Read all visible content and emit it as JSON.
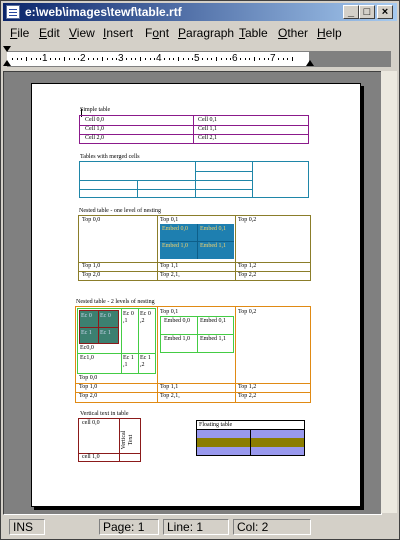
{
  "window": {
    "title": "e:\\web\\images\\tewf\\table.rtf",
    "min_label": "_",
    "max_label": "□",
    "close_label": "×"
  },
  "menu": {
    "items": [
      {
        "u": "F",
        "rest": "ile"
      },
      {
        "u": "E",
        "rest": "dit"
      },
      {
        "u": "V",
        "rest": "iew"
      },
      {
        "u": "I",
        "rest": "nsert"
      },
      {
        "pre": "F",
        "u": "o",
        "rest": "nt"
      },
      {
        "u": "P",
        "rest": "aragraph"
      },
      {
        "u": "T",
        "rest": "able"
      },
      {
        "u": "O",
        "rest": "ther"
      },
      {
        "u": "H",
        "rest": "elp"
      }
    ]
  },
  "ruler": {
    "numbers": [
      "1",
      "2",
      "3",
      "4",
      "5",
      "6",
      "7"
    ]
  },
  "status": {
    "mode": "INS",
    "page": "Page: 1",
    "line": "Line: 1",
    "col": "Col: 2"
  },
  "doc": {
    "simple": {
      "title": "Simple table",
      "cells": [
        [
          "Cell 0,0",
          "Cell 0,1"
        ],
        [
          "Cell 1,0",
          "Cell 1,1"
        ],
        [
          "Cell 2,0",
          "Cell 2,1"
        ]
      ],
      "color": "#8b1a8b"
    },
    "merged": {
      "title": "Tables with merged cells",
      "color": "#1f86a8"
    },
    "nest1": {
      "title": "Nested table - one level of nesting",
      "color": "#8b7d2a",
      "top00": "Top 0,0",
      "top01": "Top 0,1",
      "top02": "Top 0,2",
      "embed": [
        "Embed 0,0",
        "Embed 0,1",
        "Embed 1,0",
        "Embed 1,1"
      ],
      "embed_color": "#1e7fb0",
      "rows": [
        [
          "Top 1,0",
          "Top 1,1",
          "Top 1,2"
        ],
        [
          "Top 2,0",
          "Top 2,1,",
          "Top 2,2"
        ]
      ]
    },
    "nest2": {
      "title": "Nested table - 2 levels of nesting",
      "color": "#e08a14",
      "ec00": "Ec 0",
      "ec01": ",1",
      "ec02a": "Ec 0",
      "ec02b": ",2",
      "inner": [
        "Ec 0",
        "Ec 0",
        "Ec 1",
        "Ec 1"
      ],
      "ec0": "Ec0,0",
      "ec10": "Ec1,0",
      "ec11a": "Ec 1",
      "ec11b": ",1",
      "ec12a": "Ec 1",
      "ec12b": ",2",
      "top00": "Top 0,0",
      "top01": "Top 0,1",
      "top02": "Top 0,2",
      "embed": [
        "Embed 0,0",
        "Embed 0,1",
        "Embed 1,0",
        "Embed 1,1"
      ],
      "rows": [
        [
          "Top 1,0",
          "Top 1,1",
          "Top 1,2"
        ],
        [
          "Top 2,0",
          "Top 2,1,",
          "Top 2,2"
        ]
      ]
    },
    "vertical": {
      "title": "Vertical text in table",
      "cell00": "cell 0,0",
      "vtext": "Vertical Text",
      "cell10": "cell 1,0",
      "color": "#8b1a1a"
    },
    "floating": {
      "title": "Floating table",
      "olive": "#8b7d00",
      "purple": "#9999ee"
    }
  }
}
